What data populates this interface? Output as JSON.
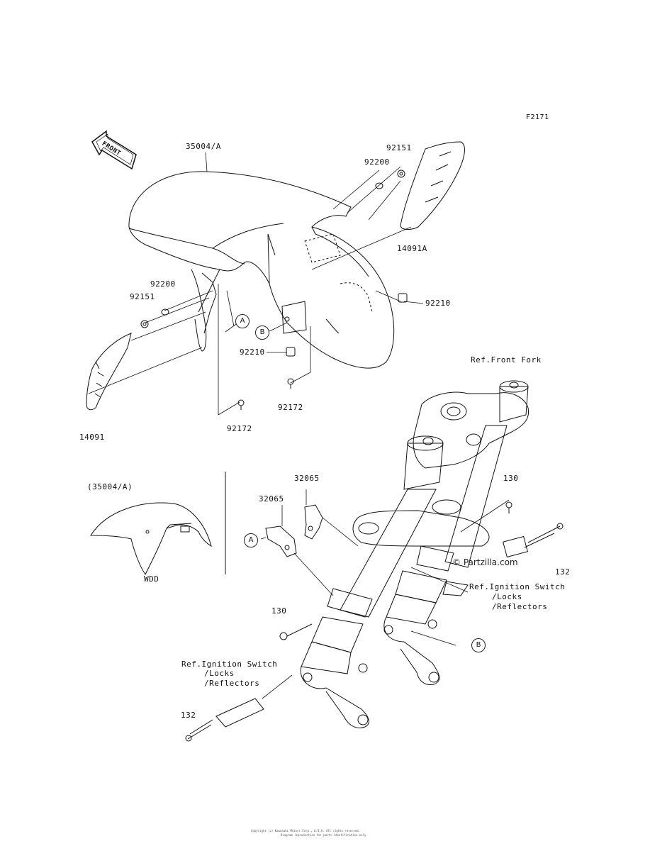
{
  "diagram": {
    "page_code": "F2171",
    "front_arrow_text": "FRONT",
    "watermark": "© Partzilla.com",
    "inset": {
      "part_ref": "(35004/A)",
      "variant": "WDD"
    },
    "callouts": [
      "A",
      "B",
      "A",
      "B"
    ],
    "part_labels": {
      "fender": "35004/A",
      "cover_right": "14091A",
      "cover_left": "14091",
      "washer_right": "92200",
      "bolt_right": "92151",
      "washer_left": "92200",
      "bolt_left": "92151",
      "nut_right": "92210",
      "nut_center": "92210",
      "screw_center": "92172",
      "screw_left": "92172",
      "bracket_upper": "32065",
      "bracket_lower": "32065",
      "bolt_130_right": "130",
      "bolt_130_left": "130",
      "bolt_132_right": "132",
      "bolt_132_left": "132"
    },
    "references": {
      "front_fork": "Ref.Front Fork",
      "ignition_right": [
        "Ref.Ignition Switch",
        "/Locks",
        "/Reflectors"
      ],
      "ignition_left": [
        "Ref.Ignition Switch",
        "/Locks",
        "/Reflectors"
      ]
    },
    "footer_lines": [
      "Copyright (c) Kawasaki Motors Corp., U.S.A. All rights reserved.",
      "Diagram reproduction for parts identification only"
    ],
    "colors": {
      "line": "#111111",
      "background": "#ffffff"
    }
  }
}
